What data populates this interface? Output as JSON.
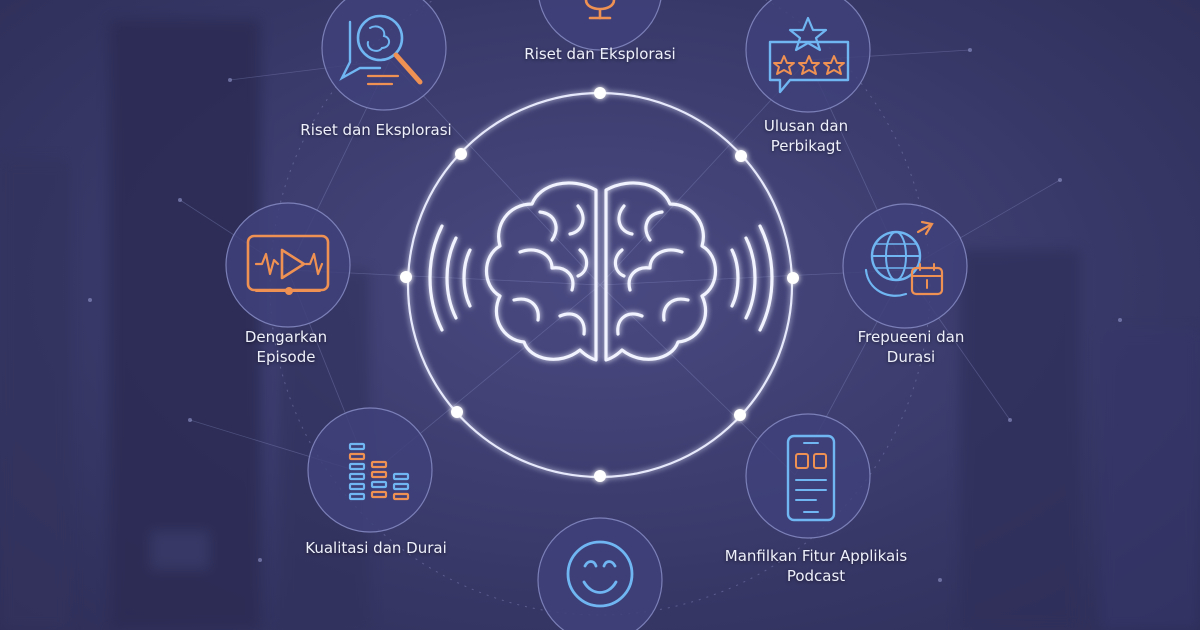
{
  "colors": {
    "line": "#e6e8fb",
    "blue": "#6fb6f2",
    "orange": "#ee9152",
    "node_fill": "#3f417a",
    "node_stroke": "#7c80b8"
  },
  "center": {
    "icon": "brain-sound-icon"
  },
  "nodes": [
    {
      "id": "top",
      "icon": "microphone-icon",
      "lines": [
        "Riset dan Eksplorasi"
      ]
    },
    {
      "id": "top-left",
      "icon": "research-magnifier-icon",
      "lines": [
        "Riset dan Eksplorasi"
      ]
    },
    {
      "id": "top-right",
      "icon": "star-rating-icon",
      "lines": [
        "Ulusan dan",
        "Perbikagt"
      ]
    },
    {
      "id": "left",
      "icon": "video-play-icon",
      "lines": [
        "Dengarkan",
        "Episode"
      ]
    },
    {
      "id": "right",
      "icon": "globe-calendar-icon",
      "lines": [
        "Frepueeni dan",
        "Durasi"
      ]
    },
    {
      "id": "bottom-left",
      "icon": "equalizer-icon",
      "lines": [
        "Kualitasi dan Durai"
      ]
    },
    {
      "id": "bottom-right",
      "icon": "smartphone-app-icon",
      "lines": [
        "Manfilkan Fitur Applikais",
        "Podcast"
      ]
    },
    {
      "id": "bottom",
      "icon": "smiley-icon",
      "lines": []
    }
  ]
}
